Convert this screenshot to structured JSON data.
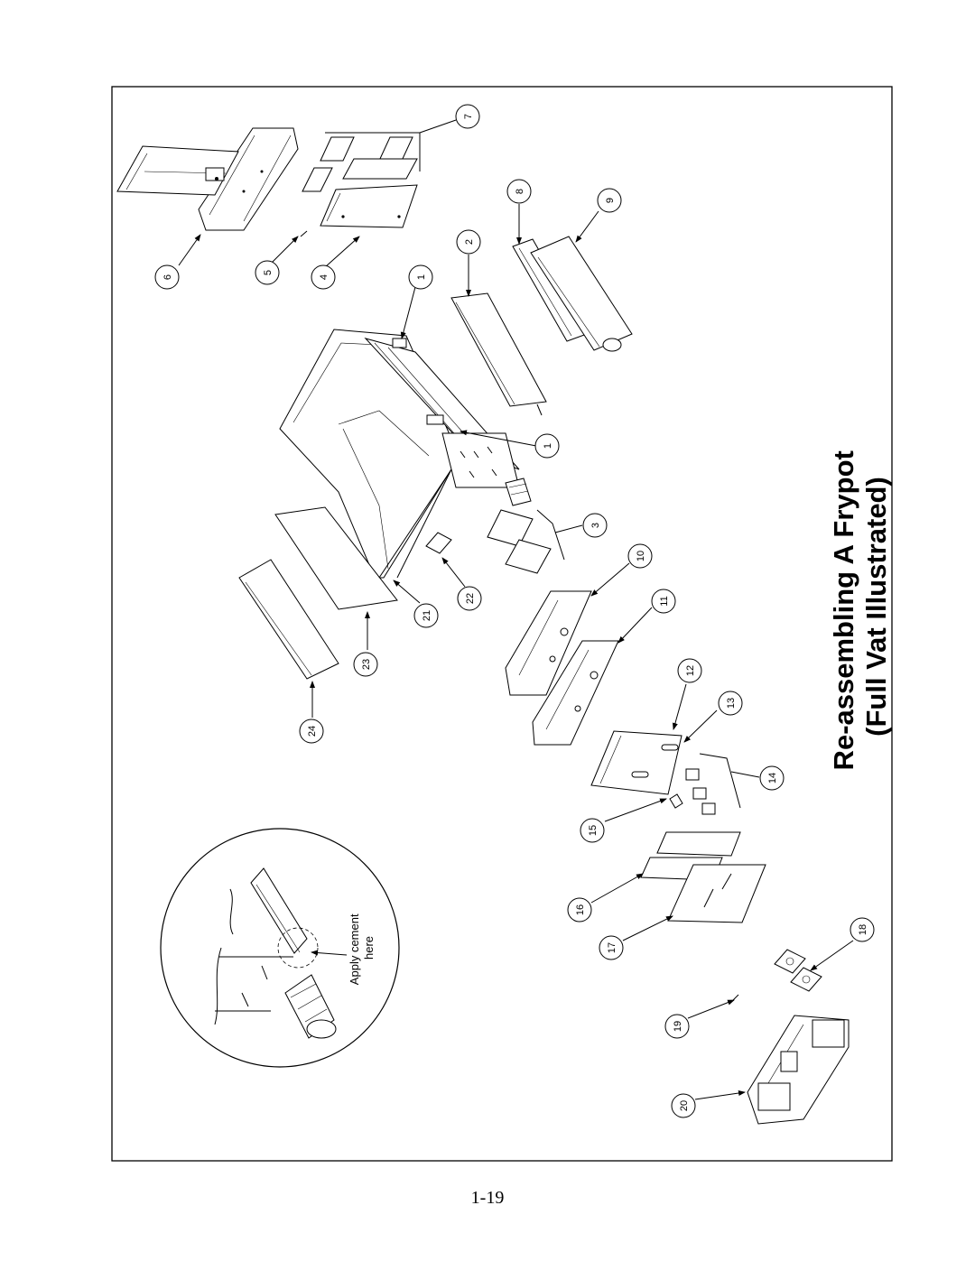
{
  "title": {
    "line1": "Re-assembling A Frypot",
    "line2": "(Full Vat Illustrated)"
  },
  "page_number": "1-19",
  "detail_note": {
    "line1": "Apply cement",
    "line2": "here"
  },
  "callouts": [
    "1",
    "1",
    "2",
    "3",
    "4",
    "5",
    "6",
    "7",
    "8",
    "9",
    "10",
    "11",
    "12",
    "13",
    "14",
    "15",
    "16",
    "17",
    "18",
    "19",
    "20",
    "21",
    "22",
    "23",
    "24"
  ]
}
